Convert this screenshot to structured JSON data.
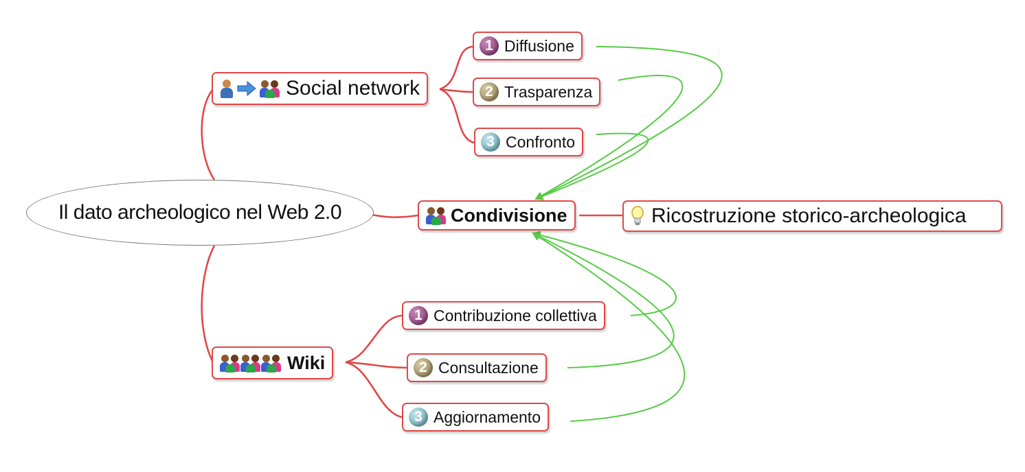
{
  "root": {
    "label": "Il dato archeologico nel Web 2.0"
  },
  "social_network": {
    "label": "Social network",
    "items": [
      {
        "number": "1",
        "label": "Diffusione"
      },
      {
        "number": "2",
        "label": "Trasparenza"
      },
      {
        "number": "3",
        "label": "Confronto"
      }
    ]
  },
  "condivisione": {
    "label": "Condivisione"
  },
  "ricostruzione": {
    "label": "Ricostruzione storico-archeologica"
  },
  "wiki": {
    "label": "Wiki",
    "items": [
      {
        "number": "1",
        "label": "Contribuzione collettiva"
      },
      {
        "number": "2",
        "label": "Consultazione"
      },
      {
        "number": "3",
        "label": "Aggiornamento"
      }
    ]
  },
  "colors": {
    "branch": "#e04848",
    "relation": "#55cc44",
    "root_border": "#777777"
  },
  "icons": {
    "social_network": [
      "person-icon",
      "arrow-right-icon",
      "group-icon"
    ],
    "condivisione": "group-icon",
    "ricostruzione": "lightbulb-icon",
    "wiki": [
      "group-icon",
      "group-icon",
      "group-icon",
      "group-icon"
    ]
  }
}
